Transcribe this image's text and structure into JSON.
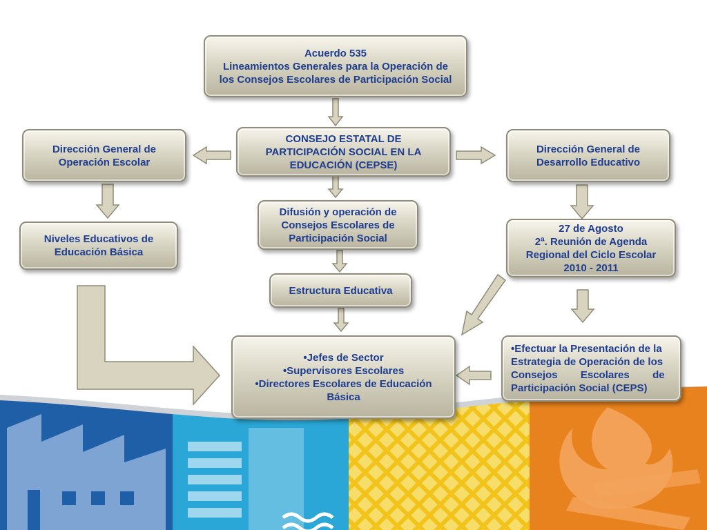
{
  "boxes": {
    "acuerdo": {
      "lines": [
        "Acuerdo  535",
        "Lineamientos  Generales  para la Operación  de",
        "los Consejos Escolares de Participación Social"
      ]
    },
    "cepse": {
      "lines": [
        "CONSEJO ESTATAL DE",
        "PARTICIPACIÓN SOCIAL EN LA",
        "EDUCACIÓN (CEPSE)"
      ]
    },
    "dgoe": {
      "lines": [
        "Dirección General de",
        "Operación Escolar"
      ]
    },
    "dgde": {
      "lines": [
        "Dirección General de",
        "Desarrollo Educativo"
      ]
    },
    "niveles": {
      "lines": [
        "Niveles Educativos de",
        "Educación Básica"
      ]
    },
    "difusion": {
      "lines": [
        "Difusión y operación  de",
        "Consejos Escolares de",
        "Participación Social"
      ]
    },
    "agenda": {
      "lines": [
        "27  de Agosto",
        "2ª. Reunión de Agenda",
        "Regional del Ciclo Escolar",
        "2010 - 2011"
      ]
    },
    "estructura": {
      "lines": [
        "Estructura Educativa"
      ]
    },
    "jefes": {
      "lines": [
        "•Jefes de Sector",
        "•Supervisores Escolares",
        "•Directores Escolares de Educación",
        "Básica"
      ]
    },
    "efectuar": {
      "lines": [
        "•Efectuar la Presentación de la",
        "Estrategia de Operación de los",
        "Consejos        Escolares        de",
        "Participación Social (CEPS)"
      ]
    }
  },
  "colors": {
    "box_text": "#1f3d8f",
    "arrow_fill": "#d8d4bf",
    "arrow_stroke": "#8f8b78",
    "band_blue": "#1f5fa8",
    "band_cyan": "#2aa7d6",
    "band_yellow": "#f2c31a",
    "band_orange": "#e8821e"
  }
}
